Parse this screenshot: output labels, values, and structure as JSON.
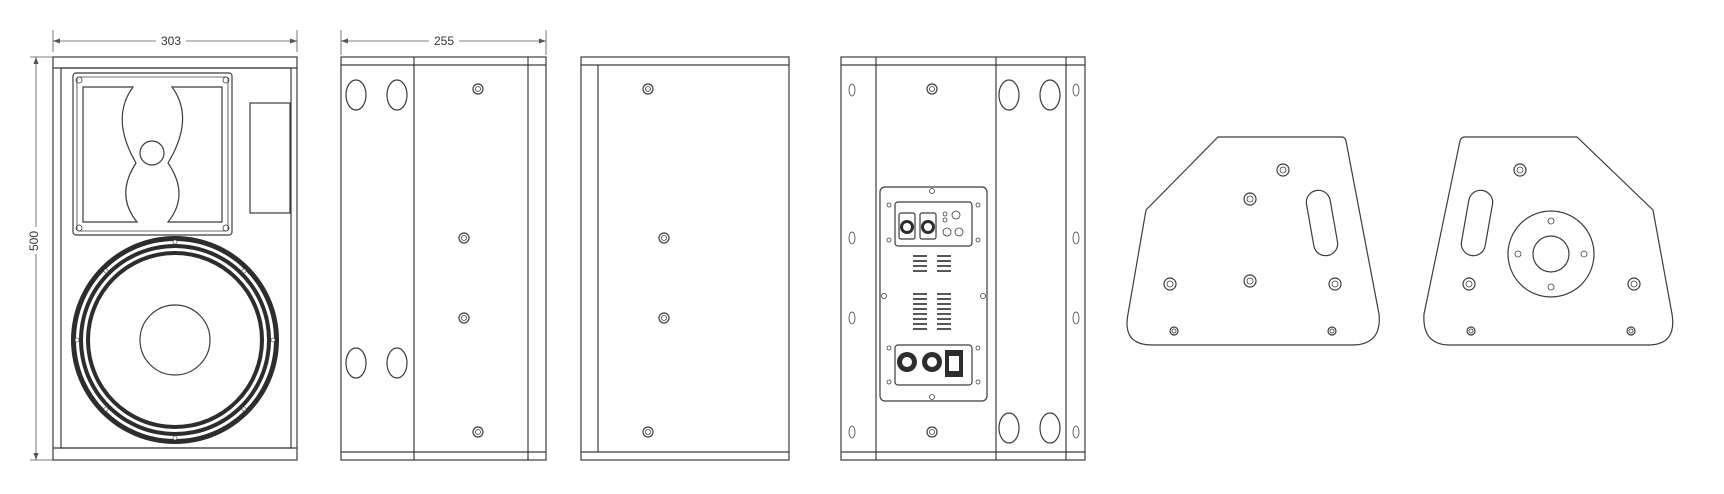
{
  "dimensions": {
    "front_width": "303",
    "side_depth": "255",
    "height": "500"
  },
  "views": [
    {
      "id": "front-view",
      "label": ""
    },
    {
      "id": "side-view-left",
      "label": ""
    },
    {
      "id": "side-view-right",
      "label": ""
    },
    {
      "id": "rear-view",
      "label": ""
    },
    {
      "id": "top-view",
      "label": ""
    },
    {
      "id": "bottom-view",
      "label": ""
    }
  ],
  "colors": {
    "line": "#3c3c3c",
    "background": "#ffffff"
  }
}
